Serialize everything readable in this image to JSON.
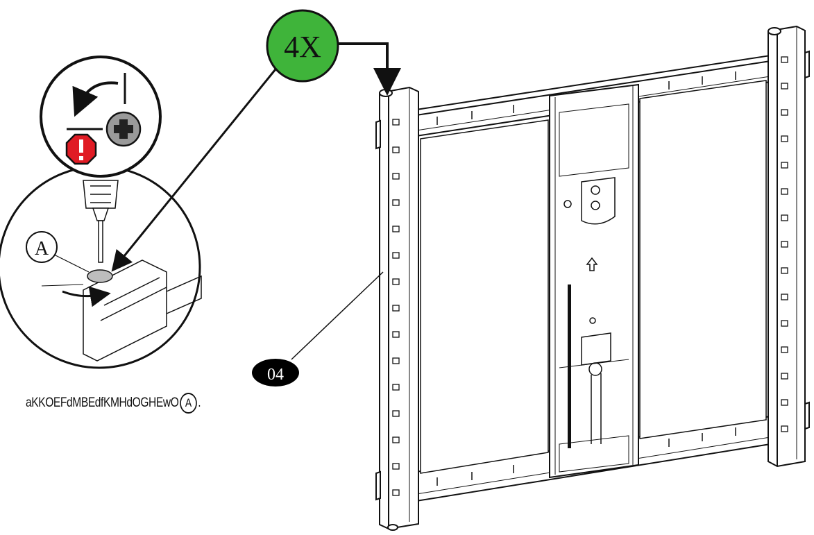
{
  "callouts": {
    "quantity": "4X",
    "part_number": "04",
    "part_label": "A"
  },
  "caption": {
    "text": "aKKOEFdMBEdfKMHdOGHEwO",
    "ref": "A",
    "end": "."
  },
  "colors": {
    "quantity_badge": "#3fb43a",
    "warning_octagon": "#e01b24",
    "screw_gray": "#9a9a9a",
    "part_badge": "#000000"
  },
  "icons": [
    "warning-octagon-icon",
    "screw-head-icon",
    "rotate-arrow-icon",
    "arrow-up-icon"
  ]
}
